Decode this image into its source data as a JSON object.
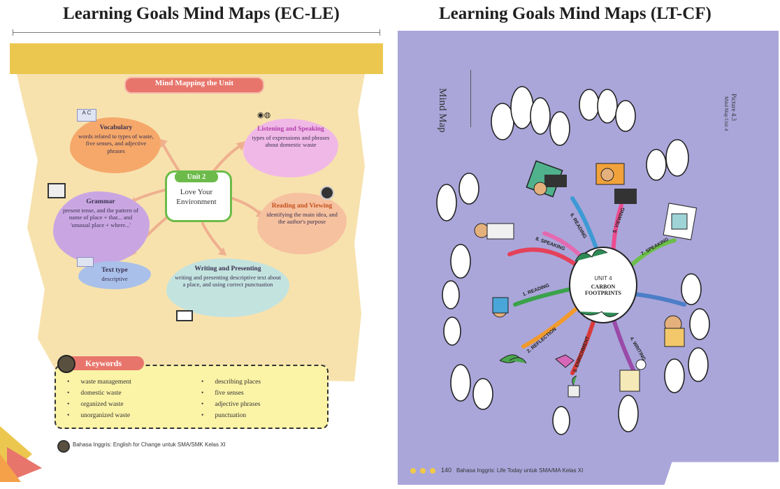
{
  "titles": {
    "left": "Learning Goals Mind Maps (EC-LE)",
    "right": "Learning Goals Mind Maps (LT-CF)"
  },
  "left_page": {
    "banner": "Mind Mapping the Unit",
    "center": {
      "tag": "Unit 2",
      "title": "Love Your Environment"
    },
    "vocabulary": {
      "title": "Vocabulary",
      "body": "words related to types of waste, five senses, and adjective phrases"
    },
    "listening": {
      "title": "Listening and Speaking",
      "body": "types of expressions and phrases about domestic waste"
    },
    "grammar": {
      "title": "Grammar",
      "body": "present tense, and the pattern of name of place + that... and 'unusual place + where...'"
    },
    "reading": {
      "title": "Reading and Viewing",
      "body": "identifying the main idea, and the author's purpose"
    },
    "texttype": {
      "title": "Text type",
      "body": "descriptive"
    },
    "writing": {
      "title": "Writing and Presenting",
      "body": "writing and presenting descriptive text about a place, and using correct punctuation"
    },
    "keywords_title": "Keywords",
    "keywords": [
      "waste management",
      "domestic waste",
      "organized waste",
      "unorganized waste",
      "describing places",
      "five senses",
      "adjective phrases",
      "punctuation"
    ],
    "footer": "Bahasa Inggris: English for Change untuk SMA/SMK Kelas XI"
  },
  "right_page": {
    "heading": "Mind Map",
    "picture_label": "Picture 4.3",
    "picture_caption": "Mind Map Unit 4",
    "center": {
      "unit": "UNIT 4",
      "title": "CARBON FOOTPRINTS"
    },
    "branches": [
      "1. READING",
      "2. REFLECTION",
      "3. ENRICHMENT",
      "4. WRITING",
      "5. VIEWING",
      "6. READING",
      "7. SPEAKING",
      "8. SPEAKING"
    ],
    "page_number": "140",
    "footer": "Bahasa Inggris: Life Today untuk SMA/MA Kelas XI"
  },
  "colors": {
    "left_bg": "#f7e2ae",
    "left_header": "#ecc74f",
    "right_bg": "#aaa6da",
    "banner": "#e8756b"
  }
}
